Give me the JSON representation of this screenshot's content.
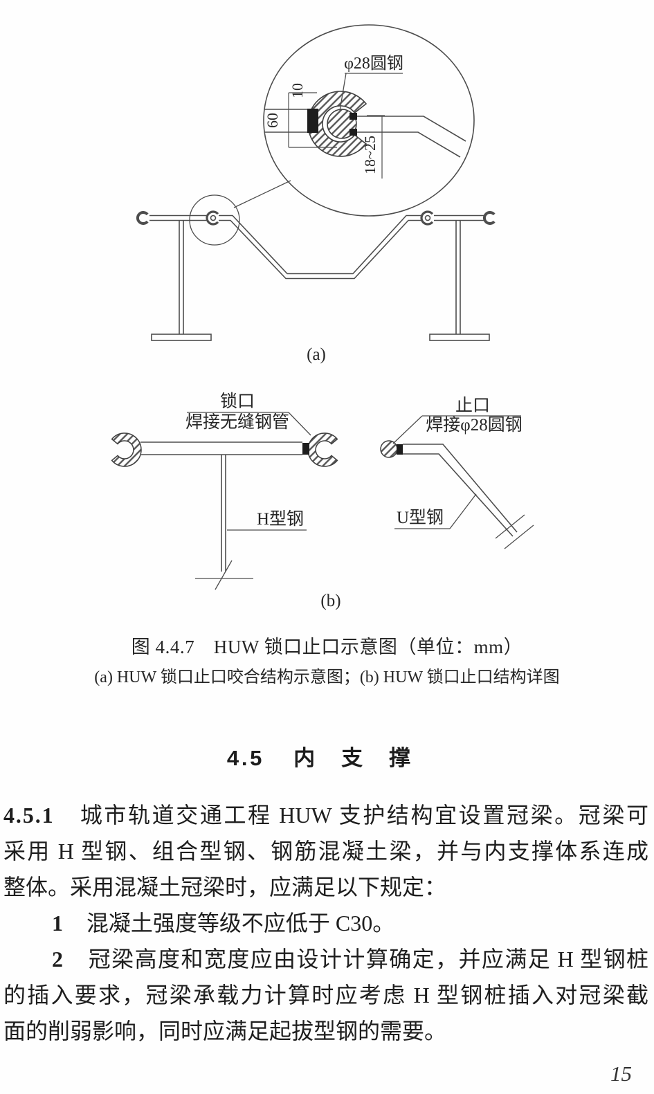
{
  "figure_a": {
    "detail": {
      "round_steel_label": "φ28圆钢",
      "dim_slot": "10",
      "dim_width": "60",
      "dim_gap": "18~25"
    },
    "label": "(a)"
  },
  "figure_b": {
    "lock_title": "锁口",
    "lock_sub": "焊接无缝钢管",
    "h_steel_label": "H型钢",
    "stop_title": "止口",
    "stop_sub": "焊接φ28圆钢",
    "u_steel_label": "U型钢",
    "label": "(b)"
  },
  "caption": {
    "main": "图 4.4.7　HUW 锁口止口示意图（单位：mm）",
    "sub": "(a) HUW 锁口止口咬合结构示意图；(b) HUW 锁口止口结构详图"
  },
  "section": {
    "number": "4.5",
    "title": "内支撑"
  },
  "body": {
    "clause_number": "4.5.1",
    "clause_l1": "　城市轨道交通工程 HUW 支护结构宜设置冠梁。冠梁可",
    "clause_l2": "采用 H 型钢、组合型钢、钢筋混凝土梁，并与内支撑体系连成",
    "clause_l3": "整体。采用混凝土冠梁时，应满足以下规定：",
    "item1_number": "1",
    "item1_text": "　混凝土强度等级不应低于 C30。",
    "item2_number": "2",
    "item2_l1": "　冠梁高度和宽度应由设计计算确定，并应满足 H 型钢桩",
    "item2_l2": "的插入要求，冠梁承载力计算时应考虑 H 型钢桩插入对冠梁截",
    "item2_l3": "面的削弱影响，同时应满足起拔型钢的需要。"
  },
  "page": {
    "number": "15"
  }
}
